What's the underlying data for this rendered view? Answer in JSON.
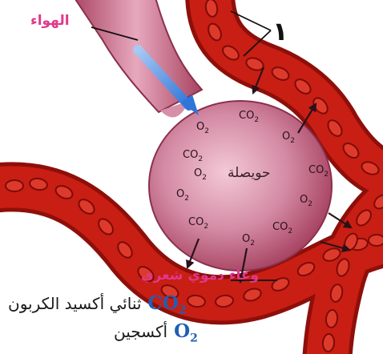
{
  "labels": {
    "air": "الهواء",
    "capillary": "وعاء دموي شعري",
    "alveolus": "حويصلة",
    "callout_number": "١"
  },
  "legend": {
    "co2": {
      "symbol": "CO",
      "subscript": "2",
      "description": "ثنائي أكسيد الكربون"
    },
    "o2": {
      "symbol": "O",
      "subscript": "2",
      "description": "أكسجين"
    }
  },
  "molecules": {
    "co2_symbol": "CO",
    "o2_symbol": "O",
    "subscript": "2"
  },
  "colors": {
    "label_pink": "#e0388c",
    "legend_blue": "#1f5fb4",
    "vessel_red": "#c81e14",
    "alveolus_pink": "#c05e7f",
    "air_arrow_blue": "#3a86e8"
  }
}
